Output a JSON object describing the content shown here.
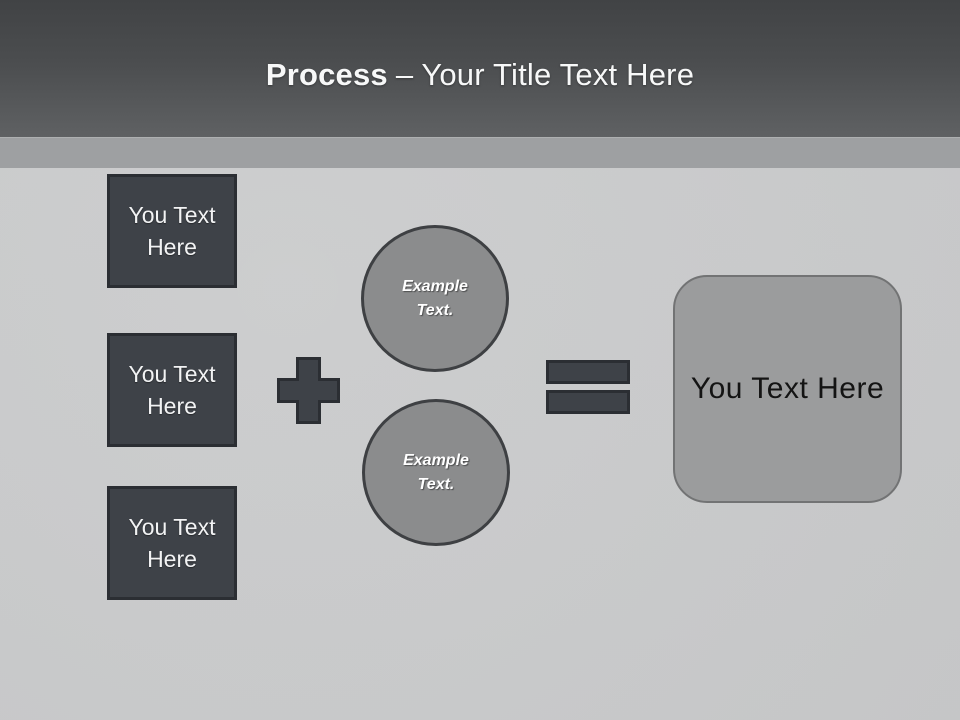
{
  "title": {
    "emphasis": "Process",
    "separator": "–",
    "rest": "Your Title Text Here"
  },
  "diagram": {
    "inputs": [
      {
        "label": "You Text Here"
      },
      {
        "label": "You Text Here"
      },
      {
        "label": "You Text Here"
      }
    ],
    "circles": [
      {
        "label": "Example Text."
      },
      {
        "label": "Example Text."
      }
    ],
    "operators": {
      "plus": "plus-icon",
      "equals": "equals-icon"
    },
    "result": {
      "label": "You Text Here"
    }
  },
  "colors": {
    "header_top": "#414345",
    "header_bottom": "#5f6163",
    "strip": "#9ea0a2",
    "body_background": "#cbcccd",
    "dark_shape_fill": "#3e4248",
    "dark_shape_border": "#2b2e33",
    "circle_fill": "#8b8c8d",
    "circle_border": "#3e4043",
    "result_fill": "#9b9c9d",
    "result_border": "#727374",
    "title_text": "#f7f8f8",
    "result_text": "#141414"
  }
}
